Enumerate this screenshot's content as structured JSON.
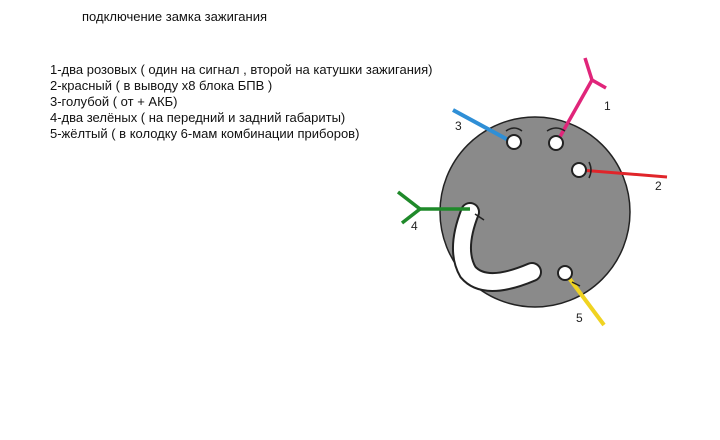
{
  "title": "подключение замка зажигания",
  "legend": [
    "1-два розовых ( один на сигнал , второй на катушки зажигания)",
    "2-красный ( в выводу х8 блока БПВ )",
    "3-голубой ( от + АКБ)",
    "4-два зелёных ( на передний и задний габариты)",
    "5-жёлтый ( в колодку 6-мам комбинации приборов)"
  ],
  "terminals": [
    {
      "label": "1",
      "color": "#e0257a",
      "wire": "pink"
    },
    {
      "label": "2",
      "color": "#e0252a",
      "wire": "red"
    },
    {
      "label": "3",
      "color": "#2f8fd6",
      "wire": "blue"
    },
    {
      "label": "4",
      "color": "#1f8a2a",
      "wire": "green"
    },
    {
      "label": "5",
      "color": "#f0d321",
      "wire": "yellow"
    }
  ],
  "colors": {
    "switch_body": "#8a8a8a",
    "contact": "#ffffff",
    "outline": "#222222"
  }
}
